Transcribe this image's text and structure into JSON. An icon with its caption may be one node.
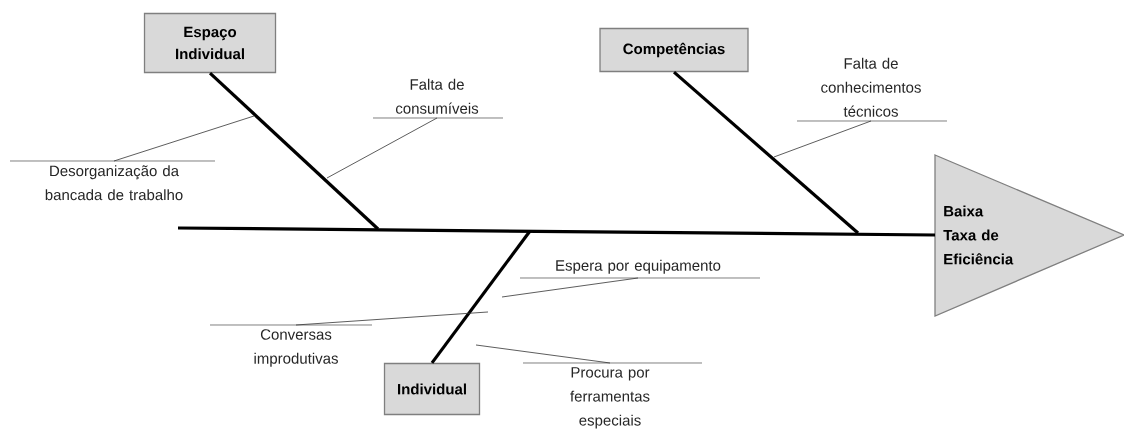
{
  "diagram": {
    "nodes": [
      {
        "text": [
          "Espaço Individual"
        ]
      },
      {
        "text": [
          "Competências"
        ]
      },
      {
        "text": [
          "Baixa Taxa de Eficiência"
        ]
      },
      {
        "text": [
          "Individual"
        ]
      },
      {
        "text": [
          "Desorganização da bancada de trabalho"
        ]
      },
      {
        "text": [
          "Falta de consumíveis"
        ]
      },
      {
        "text": [
          "Falta de conhecimentos técnicos"
        ]
      },
      {
        "text": [
          "Espera por equipamento"
        ]
      },
      {
        "text": [
          "Conversas improdutivas"
        ]
      },
      {
        "text": [
          "Procura por ferramentas especiais"
        ]
      }
    ],
    "edges": [
      {
        "from": null,
        "to": 2,
        "arrow": "none",
        "style": "thick"
      },
      {
        "from": 0,
        "to": null,
        "arrow": "none",
        "style": "thick"
      },
      {
        "from": 1,
        "to": null,
        "arrow": "none",
        "style": "thick"
      },
      {
        "from": 3,
        "to": null,
        "arrow": "none",
        "style": "thick"
      },
      {
        "from": 4,
        "to": null,
        "arrow": "none"
      },
      {
        "from": 5,
        "to": null,
        "arrow": "none"
      },
      {
        "from": 6,
        "to": null,
        "arrow": "none"
      },
      {
        "from": 7,
        "to": null,
        "arrow": "none"
      },
      {
        "from": 8,
        "to": null,
        "arrow": "none"
      },
      {
        "from": 9,
        "to": null,
        "arrow": "none"
      }
    ]
  }
}
